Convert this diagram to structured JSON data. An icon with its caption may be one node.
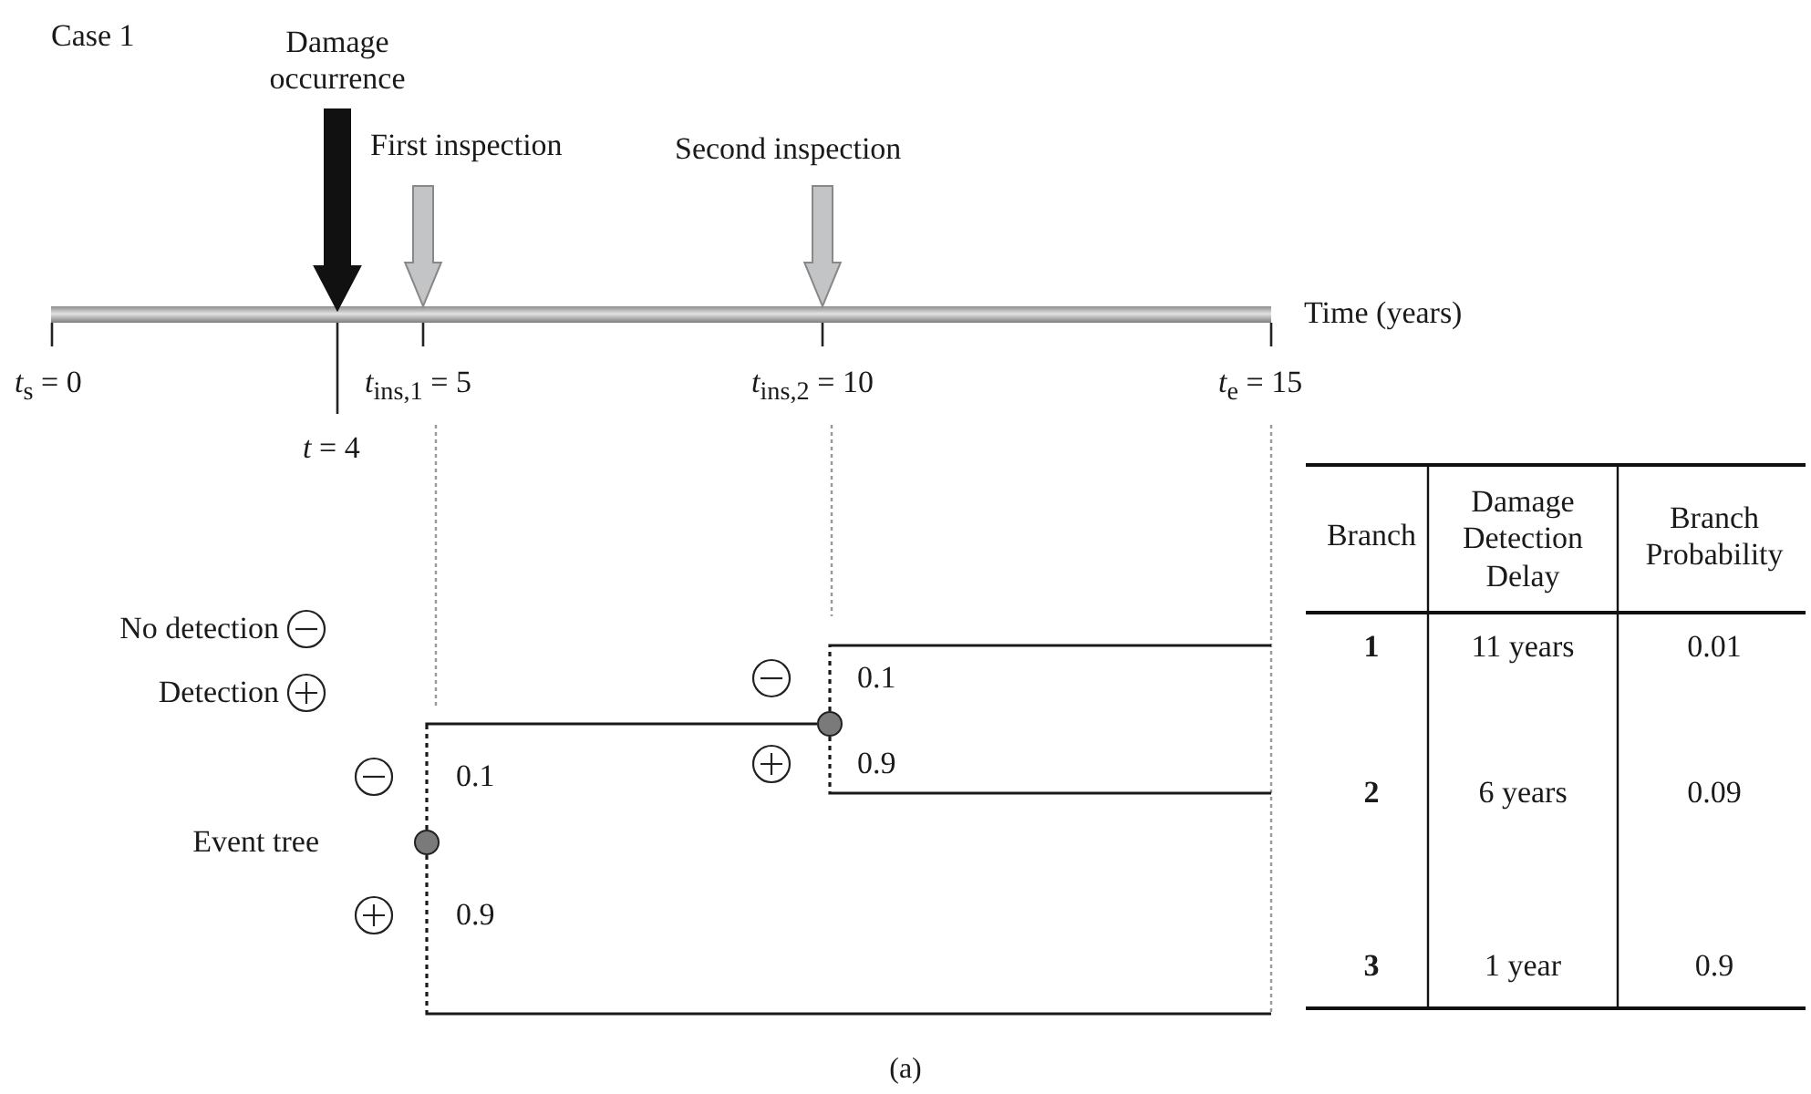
{
  "diagram": {
    "caption": "(a)",
    "nodes": [
      {
        "text": [],
        "shape": "circle"
      },
      {
        "text": [],
        "shape": "circle"
      }
    ],
    "edges": [
      {
        "from": 0,
        "to": 1,
        "arrow": "none"
      },
      {
        "from": 0,
        "to": null,
        "arrow": "none"
      },
      {
        "from": 1,
        "to": null,
        "arrow": "none"
      },
      {
        "from": 1,
        "to": null,
        "arrow": "none"
      }
    ],
    "labels": [
      "Case 1",
      "Damage occurrence",
      "First inspection",
      "Second inspection",
      "Time (years)",
      "*t*$_{s}$ = 0",
      "*t*$_{ins,1}$ = 5",
      "*t*$_{ins,2}$ = 10",
      "*t*$_{e}$ = 15",
      "*t* = 4",
      "No detection",
      "Detection",
      "0.1",
      "0.9",
      "0.1",
      "Event tree",
      "0.9",
      "Branch",
      "Damage Detection Delay",
      "Branch Probability",
      "1",
      "11 years",
      "0.01",
      "2",
      "6 years",
      "0.09",
      "3",
      "1 year",
      "0.9"
    ]
  }
}
